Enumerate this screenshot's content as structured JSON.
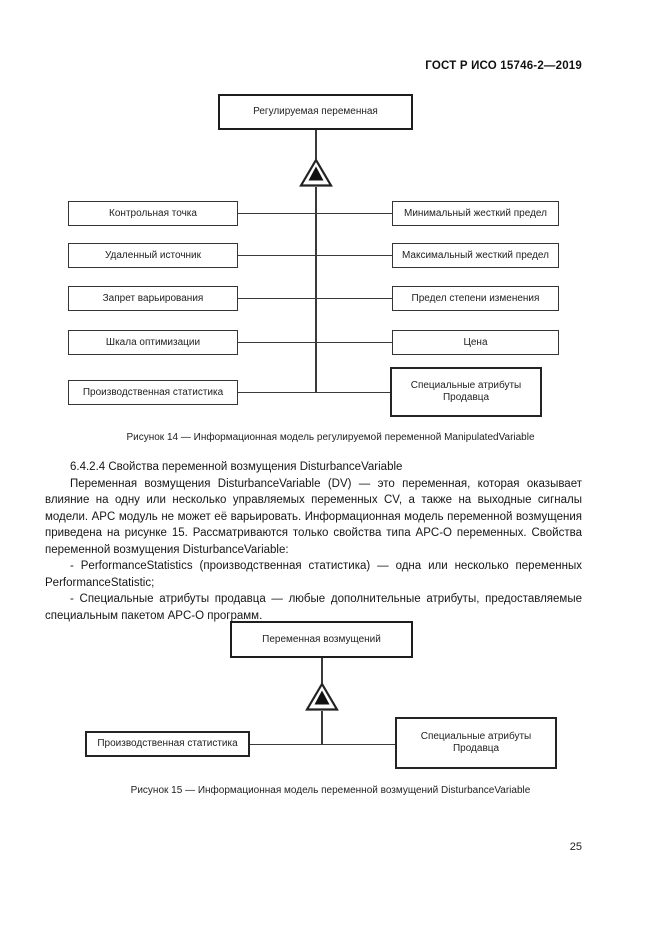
{
  "page": {
    "header": "ГОСТ Р ИСО 15746-2—2019",
    "page_number": "25"
  },
  "figure14": {
    "root_box": "Регулируемая переменная",
    "left_boxes": [
      "Контрольная точка",
      "Удаленный источник",
      "Запрет варьирования",
      "Шкала оптимизации",
      "Производственная статистика"
    ],
    "right_boxes": [
      "Минимальный жесткий предел",
      "Максимальный жесткий предел",
      "Предел степени изменения",
      "Цена",
      "Специальные атрибуты Продавца"
    ],
    "caption": "Рисунок 14 — Информационная модель регулируемой переменной ManipulatedVariable"
  },
  "section": {
    "heading": "6.4.2.4 Свойства переменной возмущения DisturbanceVariable",
    "paragraph": "Переменная возмущения DisturbanceVariable (DV) — это переменная, которая оказывает влияние на одну или несколько управляемых переменных CV, а также на выходные сигналы модели. APC модуль не может её варьировать. Информационная модель переменной возмущения приведена на рисунке 15. Рассматриваются только свойства типа APC-O переменных. Свойства переменной возмущения DisturbanceVariable:",
    "bullet1": "- PerformanceStatistics (производственная статистика) — одна или несколько переменных PerformanceStatistic;",
    "bullet2": "- Специальные атрибуты продавца — любые дополнительные атрибуты, предоставляемые специальным пакетом APC-O программ."
  },
  "figure15": {
    "root_box": "Переменная возмущений",
    "left_box": "Производственная статистика",
    "right_box": "Специальные атрибуты Продавца",
    "caption": "Рисунок 15 — Информационная модель переменной возмущений DisturbanceVariable"
  }
}
